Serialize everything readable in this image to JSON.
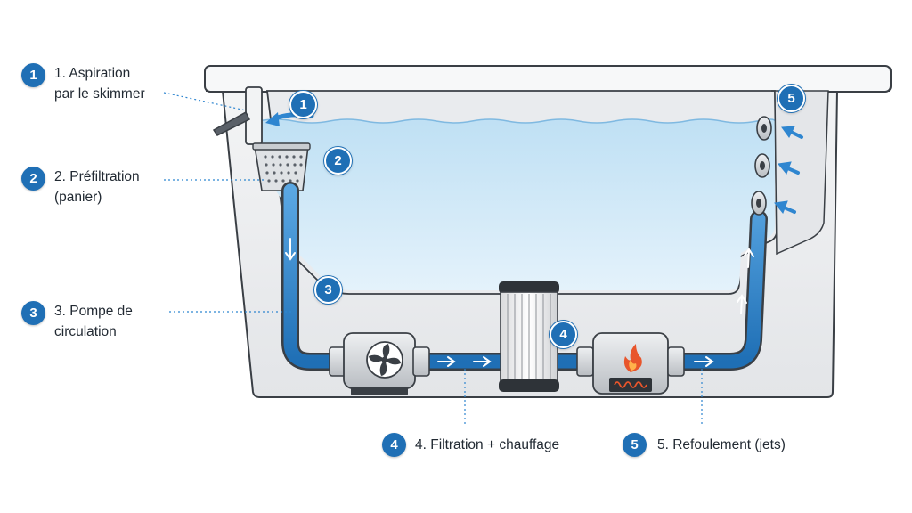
{
  "steps": [
    {
      "number": "1",
      "line1": "1. Aspiration",
      "line2": "par le skimmer"
    },
    {
      "number": "2",
      "line1": "2. Préfiltration",
      "line2": "(panier)"
    },
    {
      "number": "3",
      "line1": "3. Pompe de",
      "line2": "circulation"
    },
    {
      "number": "4",
      "line1": "4. Filtration + chauffage"
    },
    {
      "number": "5",
      "line1": "5. Refoulement (jets)"
    }
  ],
  "colors": {
    "badge": "#1f6fb5",
    "water": "#cde6f6",
    "pipe": "#2f86d0",
    "tub": "#eeeff1",
    "outline": "#3a3f45",
    "heat": "#e8552b"
  },
  "icons": [
    "fan-icon",
    "flame-icon",
    "heating-coil-icon",
    "flow-arrow-icon"
  ]
}
